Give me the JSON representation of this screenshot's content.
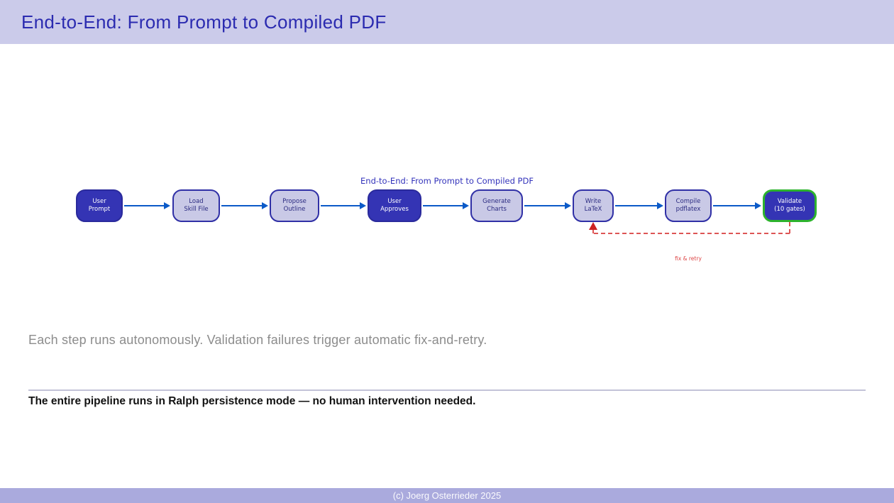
{
  "slide": {
    "title": "End-to-End: From Prompt to Compiled PDF",
    "body_text": "Each step runs autonomously. Validation failures trigger automatic fix-and-retry.",
    "emphasis_text": "The entire pipeline runs in Ralph persistence mode — no human intervention needed.",
    "footer": "(c) Joerg Osterrieder 2025"
  },
  "diagram": {
    "title": "End-to-End: From Prompt to Compiled PDF",
    "feedback_label": "fix & retry",
    "nodes": [
      {
        "id": "user-prompt",
        "line1": "User",
        "line2": "Prompt",
        "style": "dark"
      },
      {
        "id": "load-skill-file",
        "line1": "Load",
        "line2": "Skill File",
        "style": "light"
      },
      {
        "id": "propose-outline",
        "line1": "Propose",
        "line2": "Outline",
        "style": "light"
      },
      {
        "id": "user-approves",
        "line1": "User",
        "line2": "Approves",
        "style": "dark"
      },
      {
        "id": "generate-charts",
        "line1": "Generate",
        "line2": "Charts",
        "style": "light"
      },
      {
        "id": "write-latex",
        "line1": "Write",
        "line2": "LaTeX",
        "style": "light"
      },
      {
        "id": "compile-pdflatex",
        "line1": "Compile",
        "line2": "pdflatex",
        "style": "light"
      },
      {
        "id": "validate",
        "line1": "Validate",
        "line2": "(10 gates)",
        "style": "dark-green-border"
      }
    ],
    "edges": [
      {
        "from": "user-prompt",
        "to": "load-skill-file",
        "type": "solid-blue"
      },
      {
        "from": "load-skill-file",
        "to": "propose-outline",
        "type": "solid-blue"
      },
      {
        "from": "propose-outline",
        "to": "user-approves",
        "type": "solid-blue"
      },
      {
        "from": "user-approves",
        "to": "generate-charts",
        "type": "solid-blue"
      },
      {
        "from": "generate-charts",
        "to": "write-latex",
        "type": "solid-blue"
      },
      {
        "from": "write-latex",
        "to": "compile-pdflatex",
        "type": "solid-blue"
      },
      {
        "from": "compile-pdflatex",
        "to": "validate",
        "type": "solid-blue"
      },
      {
        "from": "validate",
        "to": "write-latex",
        "type": "dashed-red",
        "label": "fix & retry"
      }
    ]
  },
  "colors": {
    "header_bg": "#cbcbea",
    "title_text": "#2b2bb0",
    "footer_bg": "#aaaadd",
    "footer_text": "#fafafd",
    "node_dark_fill": "#3434b4",
    "node_light_fill": "#c9c9e6",
    "node_border_blue": "#3030a6",
    "validate_border_green": "#2db32d",
    "arrow_blue": "#0b5ac8",
    "feedback_red": "#dd5555",
    "body_text_gray": "#8c8c8c",
    "emphasis_text_black": "#121212"
  }
}
